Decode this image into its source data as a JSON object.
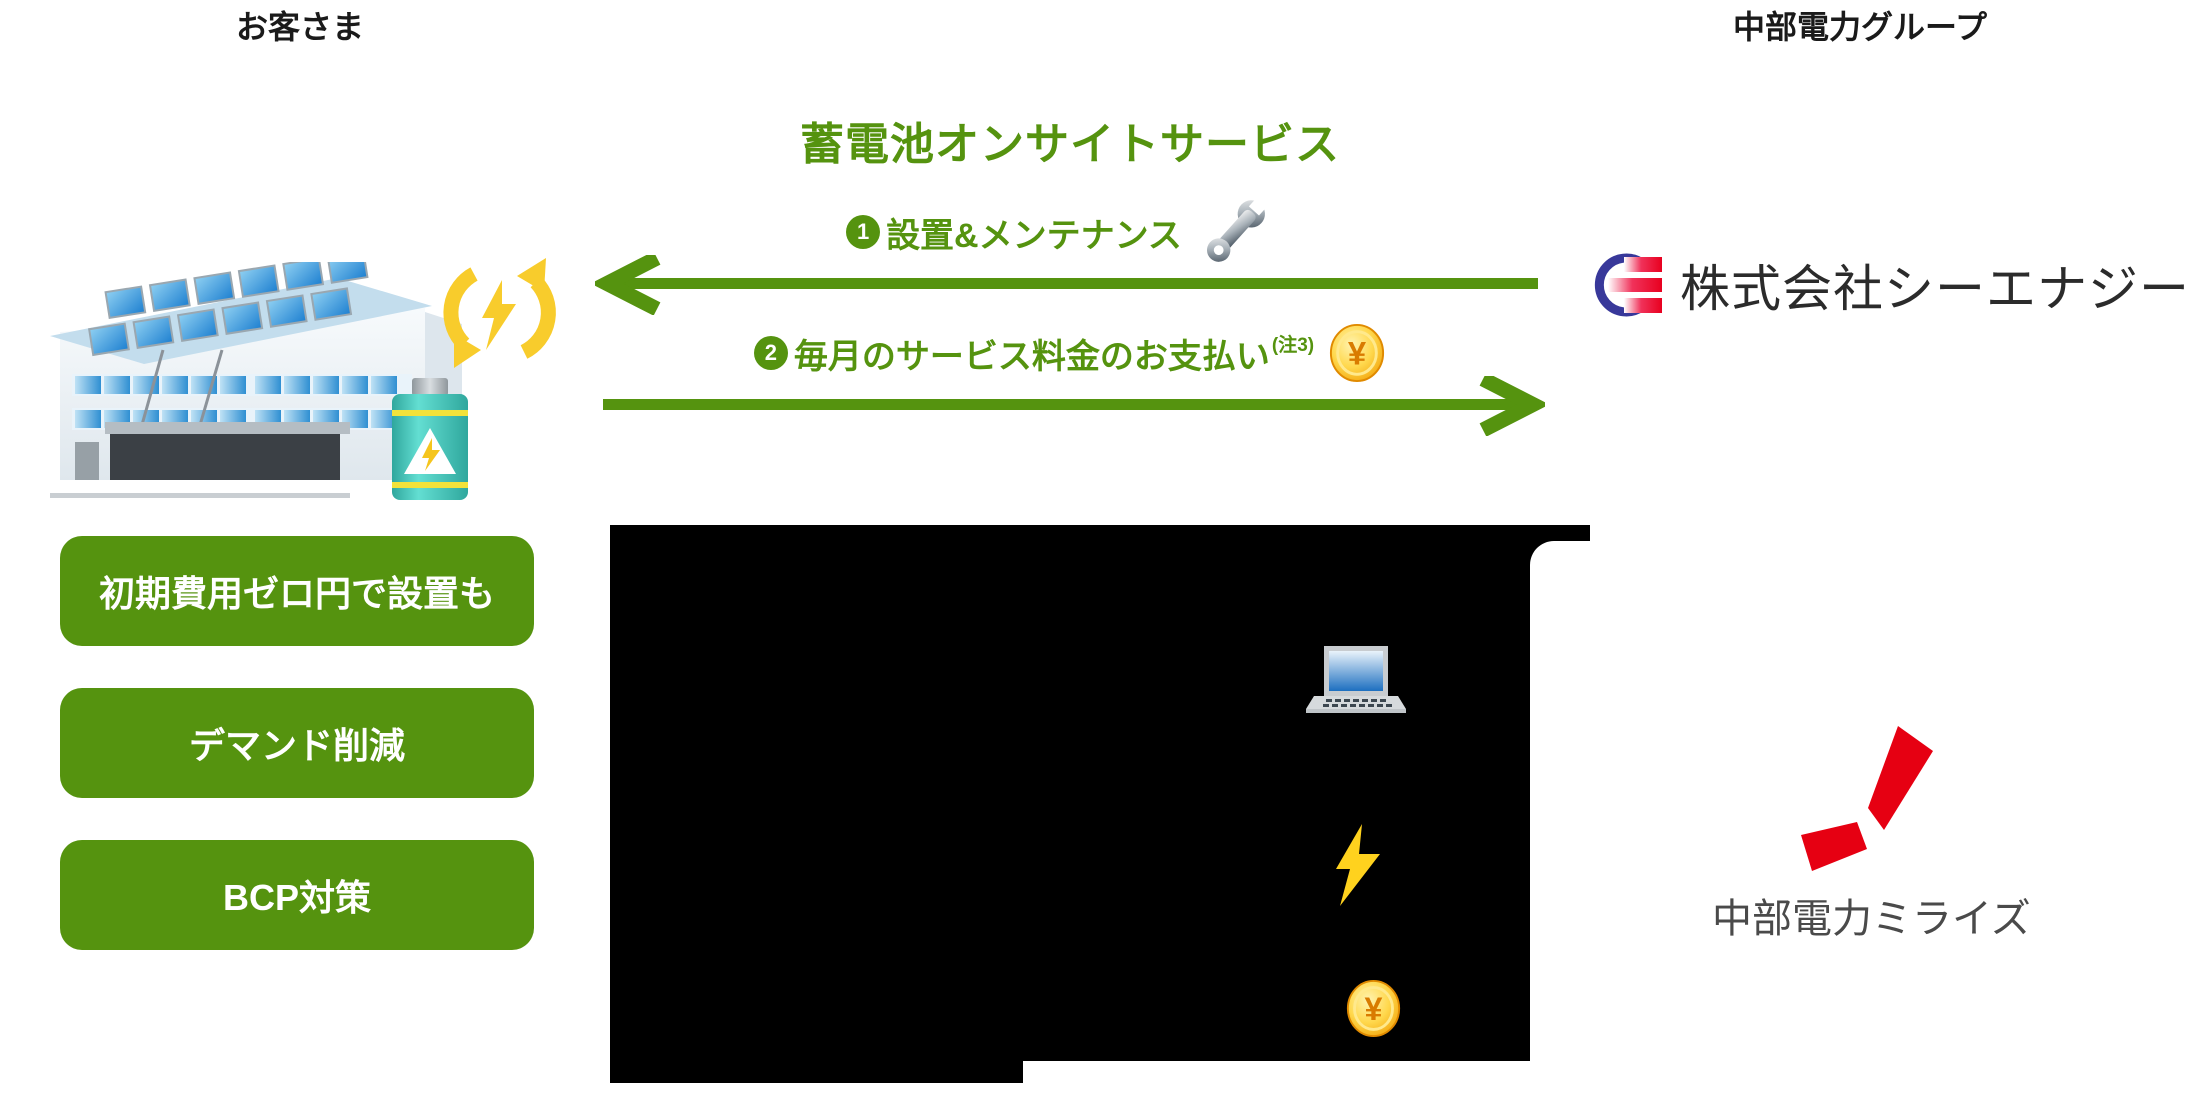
{
  "header": {
    "customer_label": "お客さま",
    "group_label": "中部電力グループ"
  },
  "service": {
    "title": "蓄電池オンサイトサービス",
    "flow1": {
      "number": "1",
      "label": "設置&メンテナンス",
      "icon": "wrench-icon",
      "direction": "left"
    },
    "flow2": {
      "number": "2",
      "label": "毎月のサービス料金のお支払い",
      "note": "(注3)",
      "icon": "yen-coin-icon",
      "direction": "right"
    }
  },
  "benefits": [
    {
      "label": "初期費用ゼロ円で設置も"
    },
    {
      "label": "デマンド削減"
    },
    {
      "label": "BCP対策"
    }
  ],
  "companies": {
    "cenergy": {
      "name": "株式会社シーエナジー"
    },
    "miraiz": {
      "name": "中部電力ミライズ"
    }
  },
  "icons": {
    "yen_symbol": "¥",
    "building": "factory-solar-building-icon",
    "battery": "storage-battery-icon",
    "cycle": "energy-cycle-arrows-icon",
    "laptop": "laptop-icon",
    "bolt": "lightning-bolt-icon"
  },
  "colors": {
    "green": "#55930f",
    "black_mask": "#000000",
    "cenergy_blue": "#38389a",
    "cenergy_red": "#e8001f",
    "miraiz_red": "#e60012",
    "coin_gold": "#f5a800",
    "bolt_yellow": "#ffd21e"
  }
}
